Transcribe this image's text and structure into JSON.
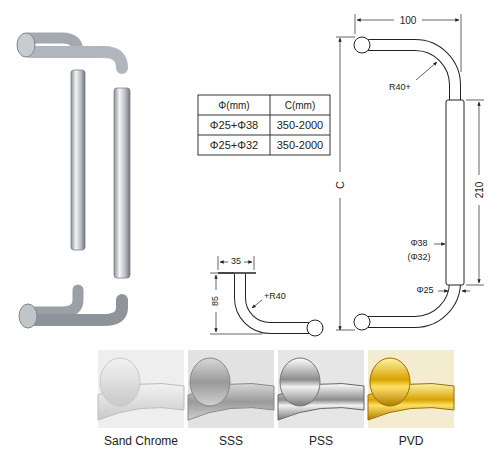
{
  "diagram": {
    "labels": [
      "Φ(mm)",
      "C(mm)",
      "Φ25+Φ38",
      "350-2000",
      "Φ25+Φ32",
      "350-2000",
      "100",
      "R40+",
      "C",
      "210",
      "Φ38",
      "(Φ32)",
      "Φ25",
      "35",
      "85",
      "+R40",
      "Sand Chrome",
      "SSS",
      "PSS",
      "PVD"
    ]
  }
}
